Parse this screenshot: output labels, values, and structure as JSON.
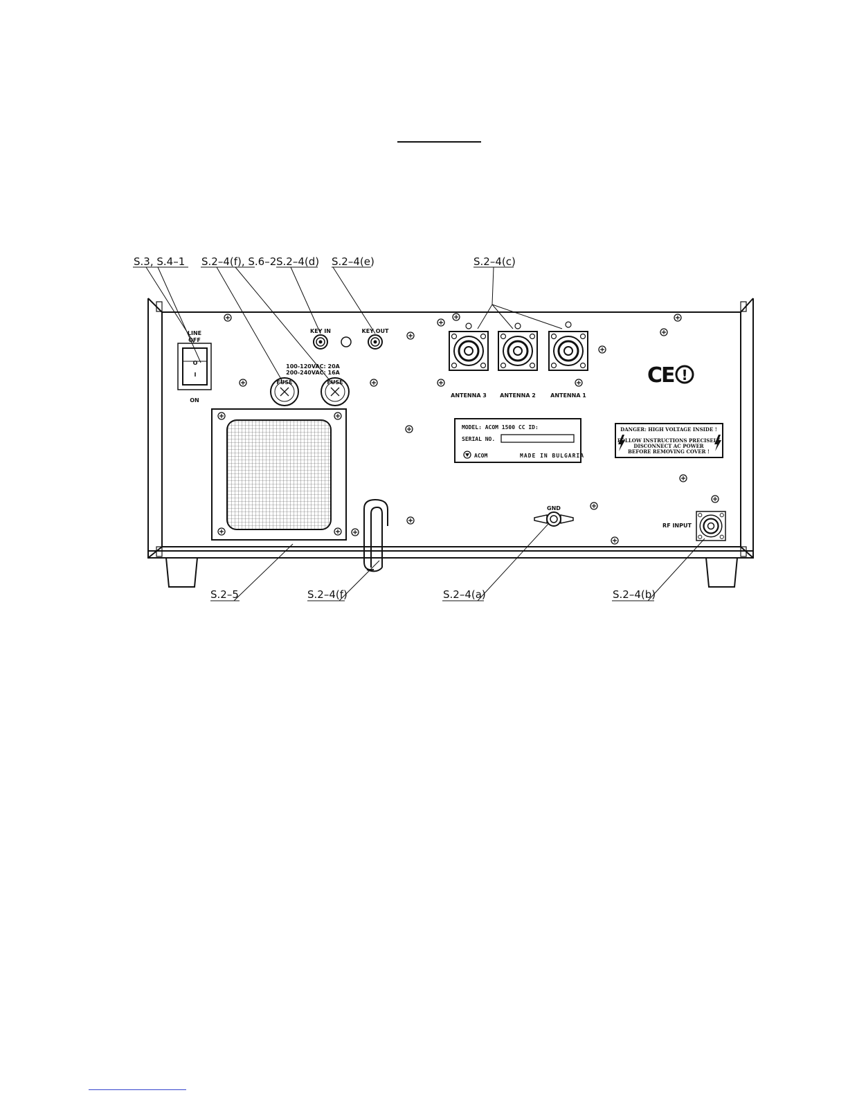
{
  "callouts": {
    "line_switch_ref": "S.3, S.4–1",
    "fuses_ref": "S.2–4(f), S.6–2",
    "key_in_ref": "S.2–4(d)",
    "key_out_ref": "S.2–4(e)",
    "antennas_ref": "S.2–4(c)",
    "fan_ref": "S.2–5",
    "power_cord_ref": "S.2–4(f)",
    "gnd_ref": "S.2–4(a)",
    "rf_input_ref": "S.2–4(b)"
  },
  "panel": {
    "line_label": "LINE",
    "off_label": "OFF",
    "on_label": "ON",
    "switch_off_symbol": "O",
    "switch_on_symbol": "I",
    "fuse_rating_1": "100-120VAC: 20A",
    "fuse_rating_2": "200-240VAC: 16A",
    "fuse_cap_text": "FUSE",
    "key_in_label": "KEY IN",
    "key_out_label": "KEY OUT",
    "antenna_3_label": "ANTENNA  3",
    "antenna_2_label": "ANTENNA  2",
    "antenna_1_label": "ANTENNA  1",
    "gnd_label": "GND",
    "rf_input_label": "RF INPUT",
    "ce_mark": "CE",
    "alert_mark": "!"
  },
  "nameplate": {
    "model_line": "MODEL: ACOM 1500 CC ID:",
    "serial_label": "SERIAL NO.",
    "brand": "ACOM",
    "made_in": "MADE IN BULGARIA"
  },
  "danger_label": {
    "line1": "DANGER: HIGH VOLTAGE INSIDE !",
    "line2": "FOLLOW INSTRUCTIONS PRECISELY",
    "line3": "DISCONNECT AC POWER",
    "line4": "BEFORE REMOVING COVER !"
  },
  "colors": {
    "ink": "#111111",
    "footer_rule": "#3344cc"
  },
  "icons": {
    "screw": "screw-icon",
    "fan_grill": "fan-grill-icon",
    "lightning": "lightning-bolt-icon",
    "acom_logo": "acom-logo-icon"
  }
}
